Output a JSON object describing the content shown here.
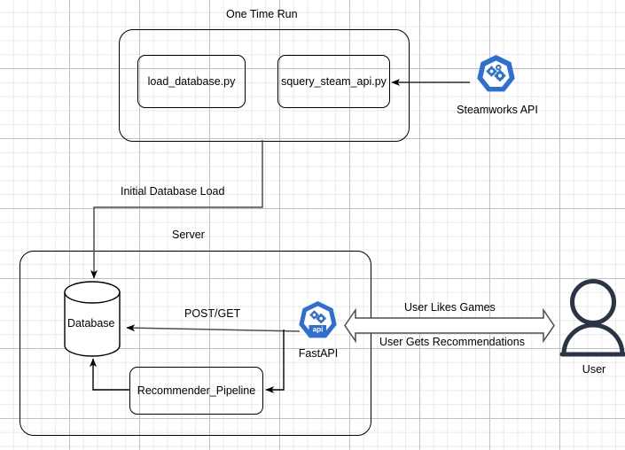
{
  "diagram": {
    "title_one_time_run": "One Time Run",
    "title_server": "Server"
  },
  "one_time_run": {
    "label": "One Time Run",
    "scripts": [
      {
        "name": "load_database.py"
      },
      {
        "name": "squery_steam_api.py"
      }
    ]
  },
  "server": {
    "label": "Server",
    "database": {
      "label": "Database"
    },
    "pipeline": {
      "label": "Recommender_Pipeline"
    }
  },
  "icons": {
    "steamworks": {
      "caption": "Steamworks API",
      "glyph": "gear-hexagon-icon",
      "color": "#2f6fd4"
    },
    "fastapi": {
      "caption": "FastAPI",
      "glyph": "gear-hexagon-icon",
      "inner_text": "api",
      "color": "#2f6fd4"
    },
    "user": {
      "caption": "User",
      "glyph": "person-icon",
      "color": "#2b3445"
    }
  },
  "edges": {
    "initial_database_load": "Initial Database Load",
    "post_get": "POST/GET",
    "user_likes_games": "User Likes Games",
    "user_gets_recommendations": "User Gets Recommendations"
  },
  "colors": {
    "stroke": "#000000",
    "edge": "#4d4d4d",
    "accent_blue": "#2f6fd4",
    "user_navy": "#2b3445",
    "grid_major": "#bebebe",
    "grid_minor": "#e8e8e8"
  }
}
